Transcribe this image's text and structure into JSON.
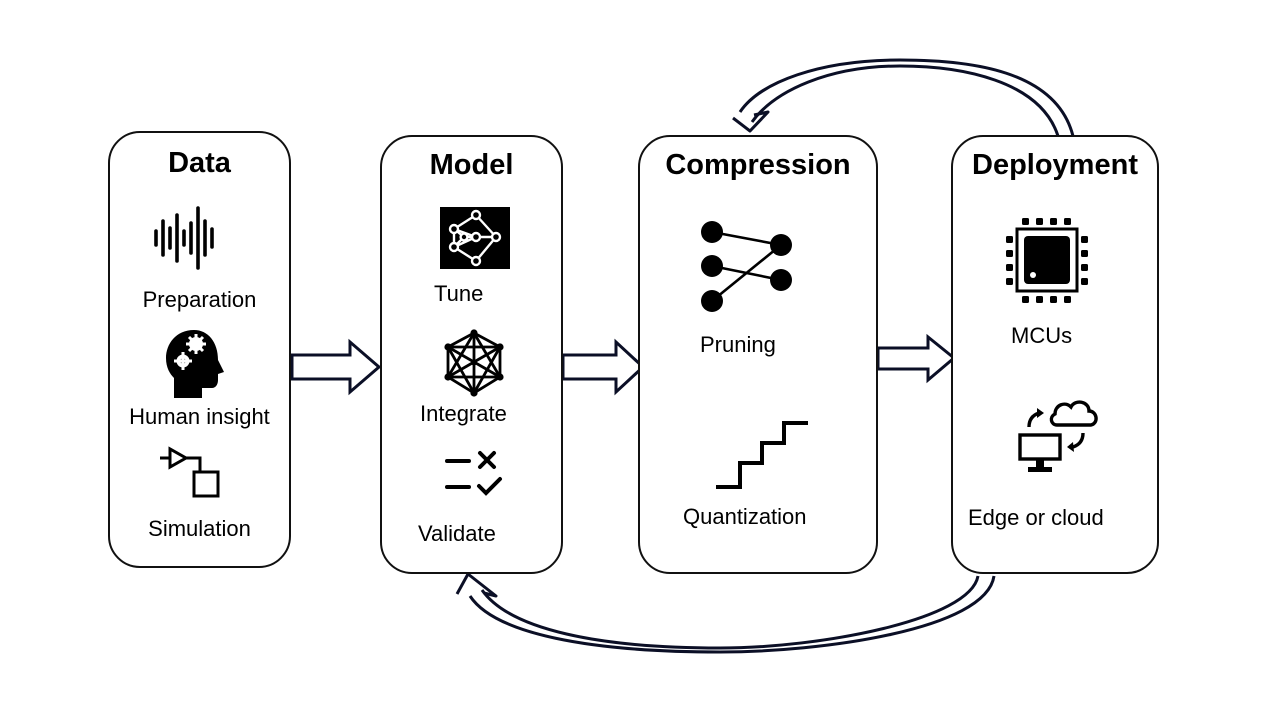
{
  "diagram": {
    "type": "pipeline-flow",
    "stages": [
      {
        "title": "Data",
        "items": [
          {
            "label": "Preparation",
            "icon": "sound-wave-icon"
          },
          {
            "label": "Human insight",
            "icon": "head-gears-icon"
          },
          {
            "label": "Simulation",
            "icon": "block-diagram-icon"
          }
        ]
      },
      {
        "title": "Model",
        "items": [
          {
            "label": "Tune",
            "icon": "neural-network-icon"
          },
          {
            "label": "Integrate",
            "icon": "mesh-network-icon"
          },
          {
            "label": "Validate",
            "icon": "checklist-icon"
          }
        ]
      },
      {
        "title": "Compression",
        "items": [
          {
            "label": "Pruning",
            "icon": "pruned-network-icon"
          },
          {
            "label": "Quantization",
            "icon": "staircase-icon"
          }
        ]
      },
      {
        "title": "Deployment",
        "items": [
          {
            "label": "MCUs",
            "icon": "microchip-icon"
          },
          {
            "label": "Edge or cloud",
            "icon": "computer-cloud-sync-icon"
          }
        ]
      }
    ],
    "connections": [
      {
        "from": "Data",
        "to": "Model",
        "style": "block-arrow"
      },
      {
        "from": "Model",
        "to": "Compression",
        "style": "block-arrow"
      },
      {
        "from": "Compression",
        "to": "Deployment",
        "style": "block-arrow"
      },
      {
        "from": "Deployment",
        "to": "Compression",
        "style": "curved-feedback-arrow-top"
      },
      {
        "from": "Deployment",
        "to": "Model",
        "style": "curved-feedback-arrow-bottom"
      }
    ],
    "colors": {
      "stroke": "#111111",
      "arrow": "#0b0f26",
      "background": "#ffffff"
    }
  }
}
